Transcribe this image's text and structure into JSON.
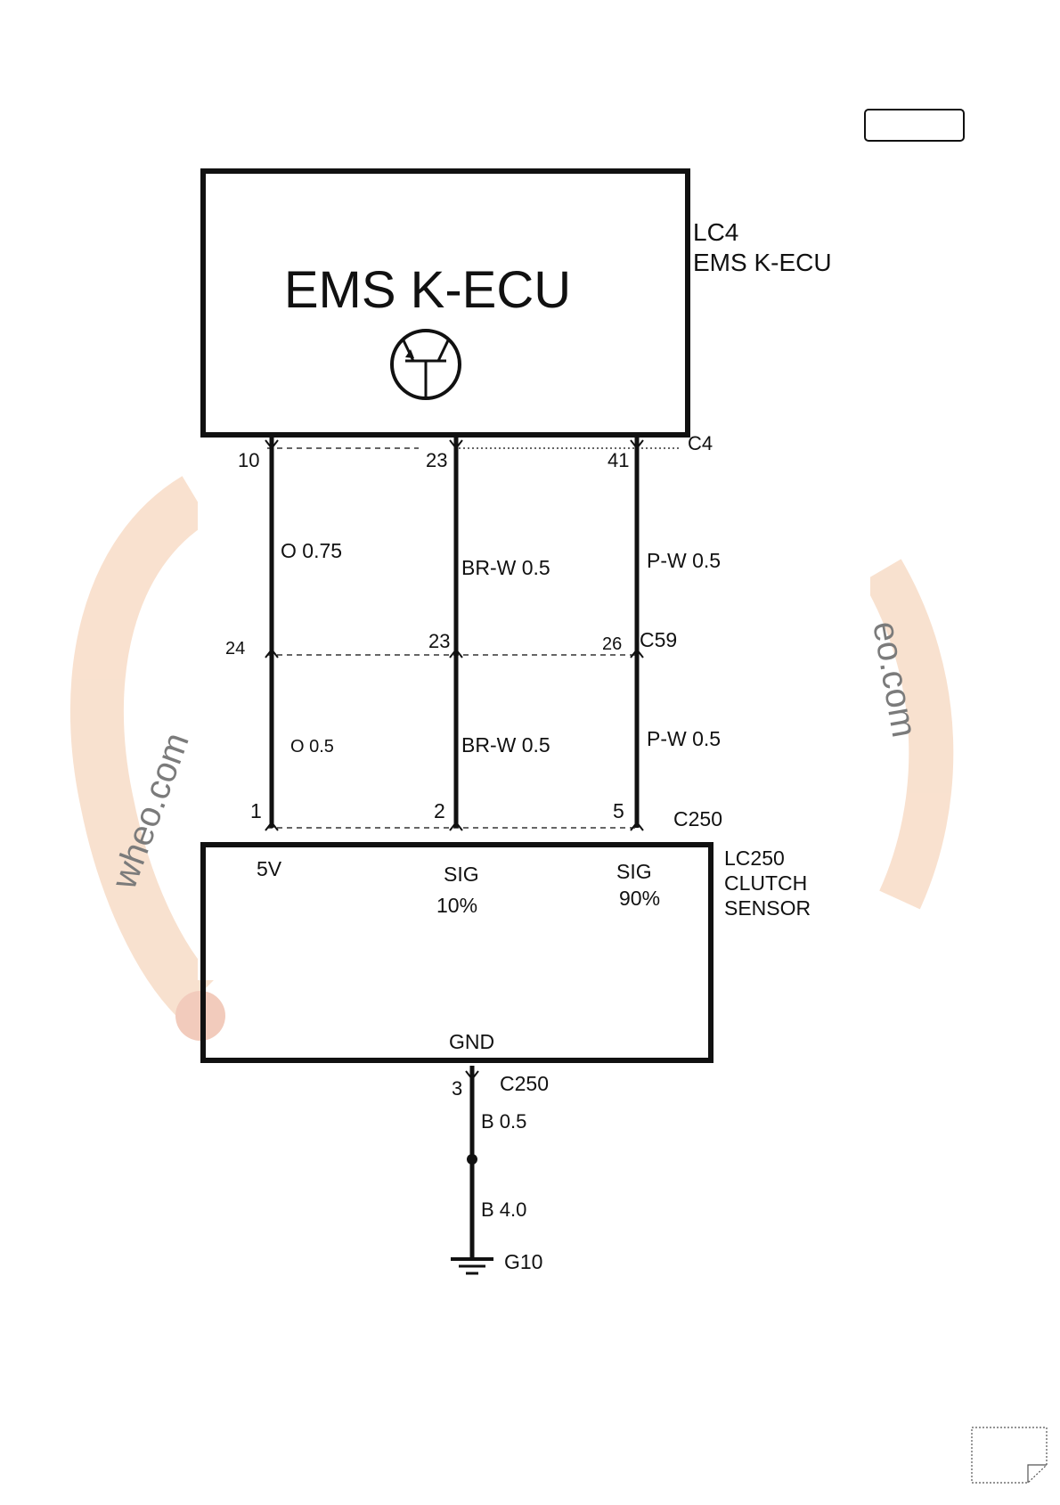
{
  "colors": {
    "watermark": "#f4c9a8",
    "watermark_dark": "#e8a286",
    "ink": "#111111"
  },
  "ecu": {
    "title": "EMS K-ECU",
    "ref_id": "LC4",
    "ref_name": "EMS K-ECU",
    "connector": "C4",
    "symbol": "transistor-icon"
  },
  "inline_connector": {
    "name": "C59"
  },
  "sensor": {
    "ref_id": "LC250",
    "ref_line1": "CLUTCH",
    "ref_line2": "SENSOR",
    "connector": "C250",
    "terminals": {
      "v5": "5V",
      "sig1": "SIG",
      "sig1_pct": "10%",
      "sig2": "SIG",
      "sig2_pct": "90%",
      "gnd": "GND"
    }
  },
  "wires": [
    {
      "ecu_pin": "10",
      "upper_spec": "O 0.75",
      "mid_pin": "24",
      "lower_spec": "O 0.5",
      "sensor_pin": "1"
    },
    {
      "ecu_pin": "23",
      "upper_spec": "BR-W 0.5",
      "mid_pin": "23",
      "lower_spec": "BR-W 0.5",
      "sensor_pin": "2"
    },
    {
      "ecu_pin": "41",
      "upper_spec": "P-W 0.5",
      "mid_pin": "26",
      "lower_spec": "P-W 0.5",
      "sensor_pin": "5"
    }
  ],
  "ground": {
    "pin": "3",
    "connector": "C250",
    "upper_spec": "B 0.5",
    "lower_spec": "B 4.0",
    "name": "G10"
  }
}
